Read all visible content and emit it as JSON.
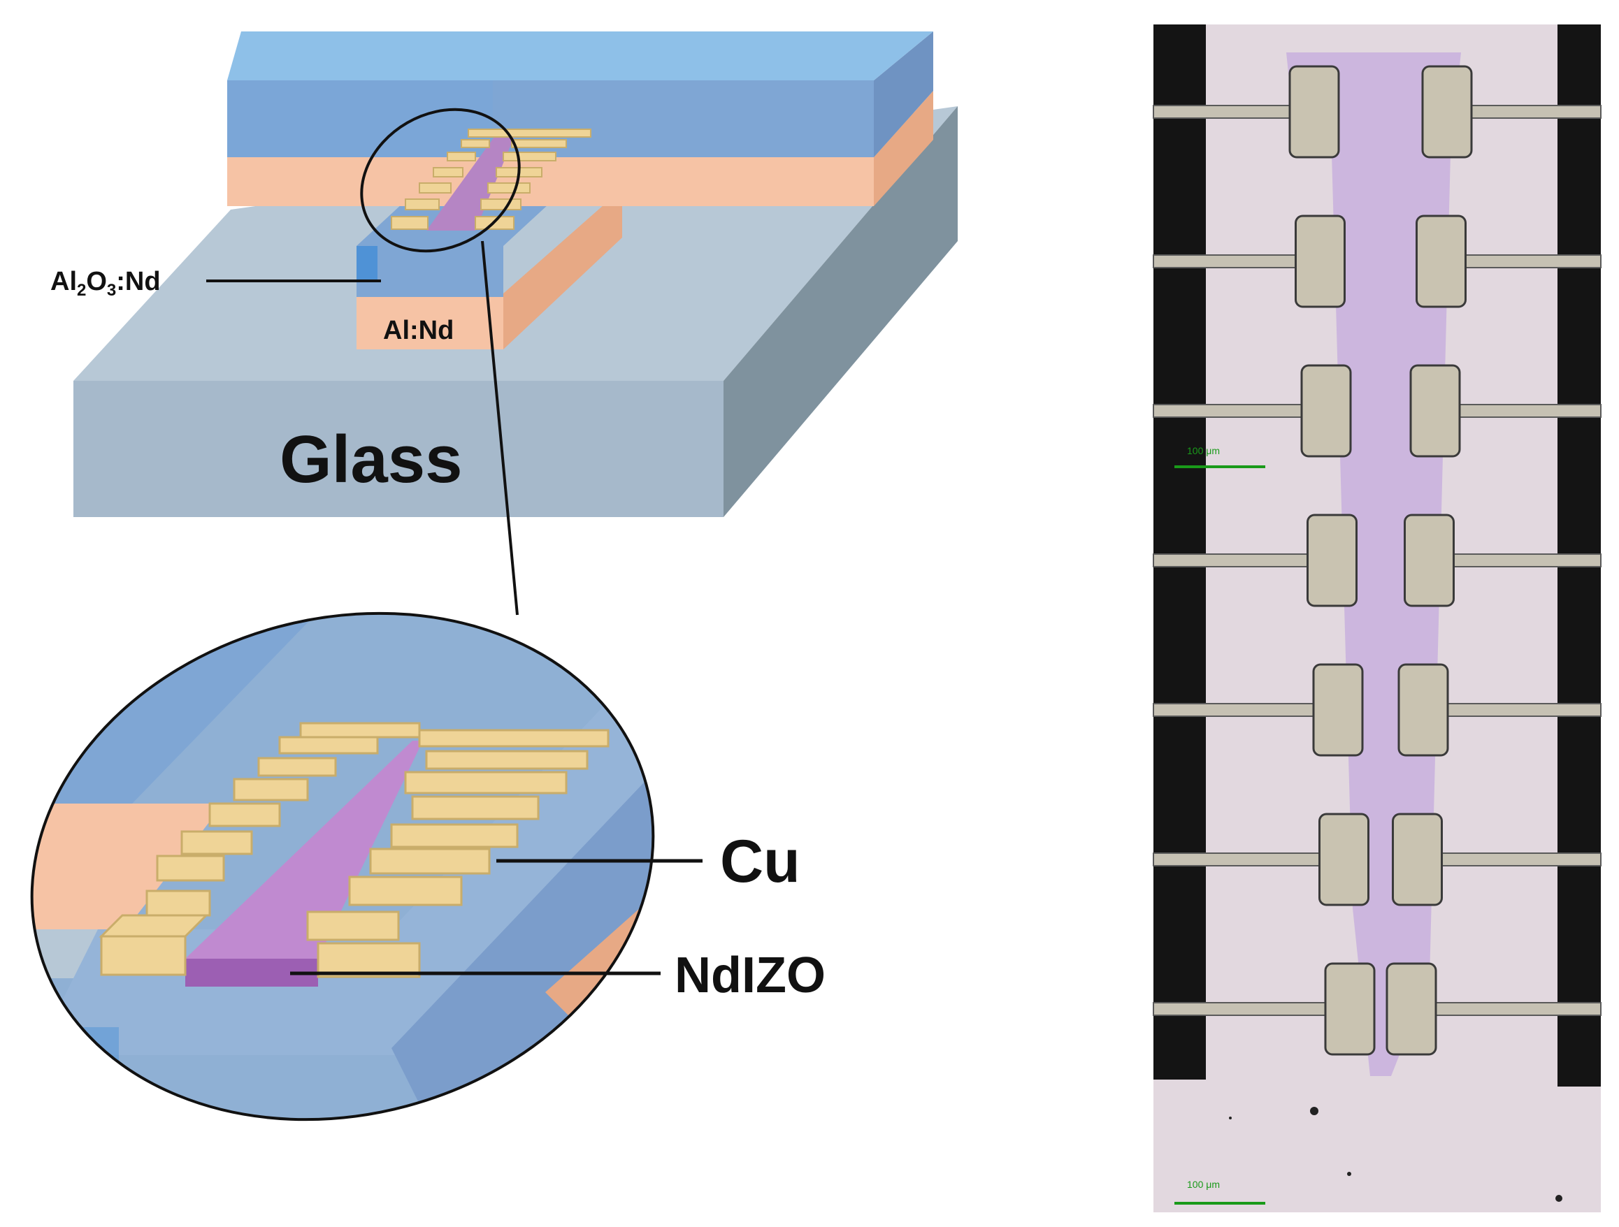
{
  "labels": {
    "al2o3_nd_main": "Al",
    "al2o3_sub2": "2",
    "al2o3_o": "O",
    "al2o3_sub3": "3",
    "al2o3_nd": ":Nd",
    "al_nd": "Al:Nd",
    "glass": "Glass",
    "cu": "Cu",
    "ndizo": "NdIZO"
  },
  "micrograph": {
    "scale_bar_1": "100 μm",
    "scale_bar_2": "100 μm",
    "device_count": 7
  },
  "colors": {
    "glass_top": "#b7c8d6",
    "glass_front": "#a6b9cb",
    "glass_side": "#7f929e",
    "oxide_blue": "#7fa6d4",
    "oxide_top": "#8ec0e8",
    "al_nd_peach": "#f6c3a5",
    "cu_gold": "#efd497",
    "ndizo_purple": "#b585c4",
    "micrograph_bg": "#e2d8df",
    "micrograph_dark": "#141414",
    "scale_green": "#1a9a1a"
  }
}
